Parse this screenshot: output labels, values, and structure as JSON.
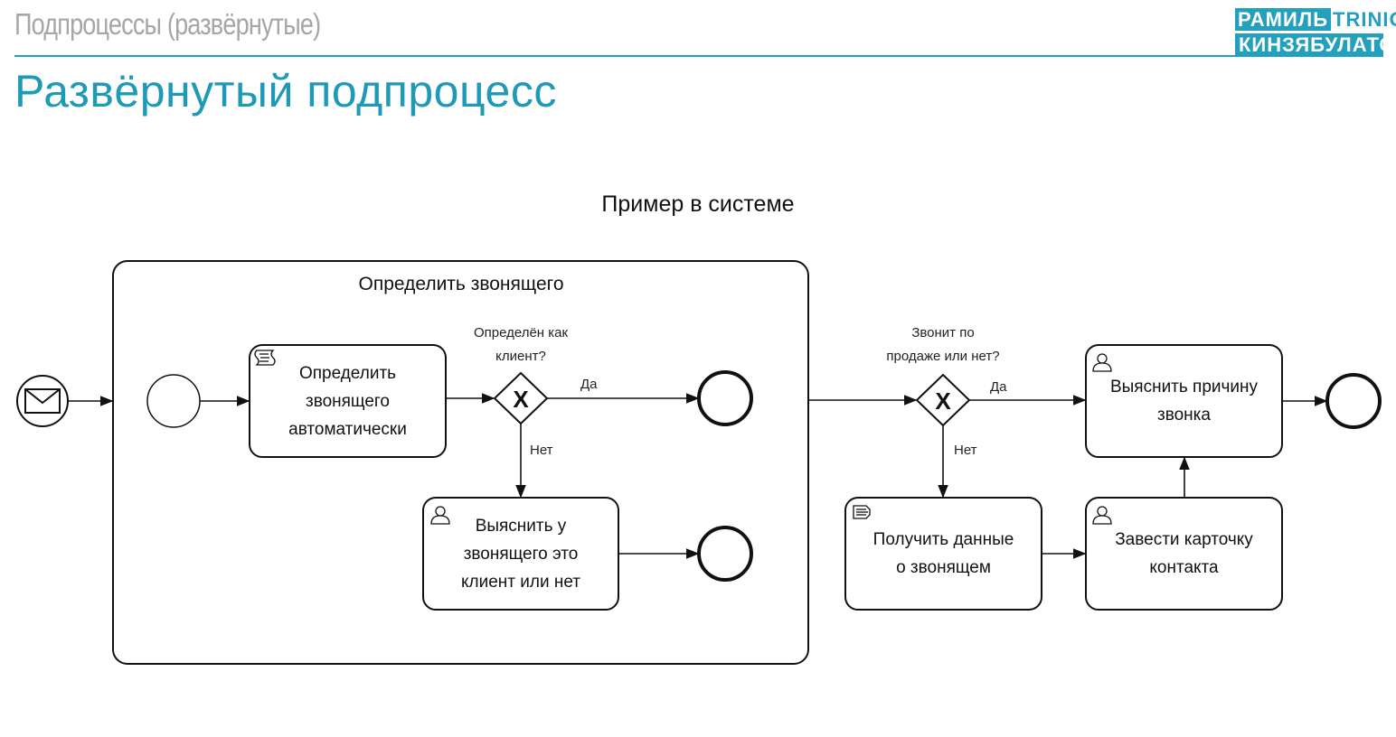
{
  "header": {
    "section_title": "Подпроцессы (развёрнутые)",
    "logo_line1_a": "РАМИЛЬ",
    "logo_line1_b": "TRINION",
    "logo_line2": "КИНЗЯБУЛАТОВ"
  },
  "title": "Развёрнутый подпроцесс",
  "subtitle": "Пример в системе",
  "colors": {
    "accent": "#23a0bd",
    "title": "#1e9ab7",
    "muted": "#a6a6a6",
    "stroke": "#111111"
  },
  "diagram": {
    "subprocess_label": "Определить звонящего",
    "tasks": {
      "auto_identify": {
        "line1": "Определить",
        "line2": "звонящего",
        "line3": "автоматически",
        "icon": "script-icon"
      },
      "ask_caller": {
        "line1": "Выяснить у",
        "line2": "звонящего это",
        "line3": "клиент или нет",
        "icon": "user-icon"
      },
      "find_reason": {
        "line1": "Выяснить причину",
        "line2": "звонка",
        "icon": "user-icon"
      },
      "get_data": {
        "line1": "Получить данные",
        "line2": "о звонящем",
        "icon": "service-icon"
      },
      "create_card": {
        "line1": "Завести карточку",
        "line2": "контакта",
        "icon": "user-icon"
      }
    },
    "gateways": {
      "is_client": {
        "question_line1": "Определён как",
        "question_line2": "клиент?",
        "yes": "Да",
        "no": "Нет",
        "marker": "X"
      },
      "is_sale": {
        "question_line1": "Звонит по",
        "question_line2": "продаже или нет?",
        "yes": "Да",
        "no": "Нет",
        "marker": "X"
      }
    }
  }
}
